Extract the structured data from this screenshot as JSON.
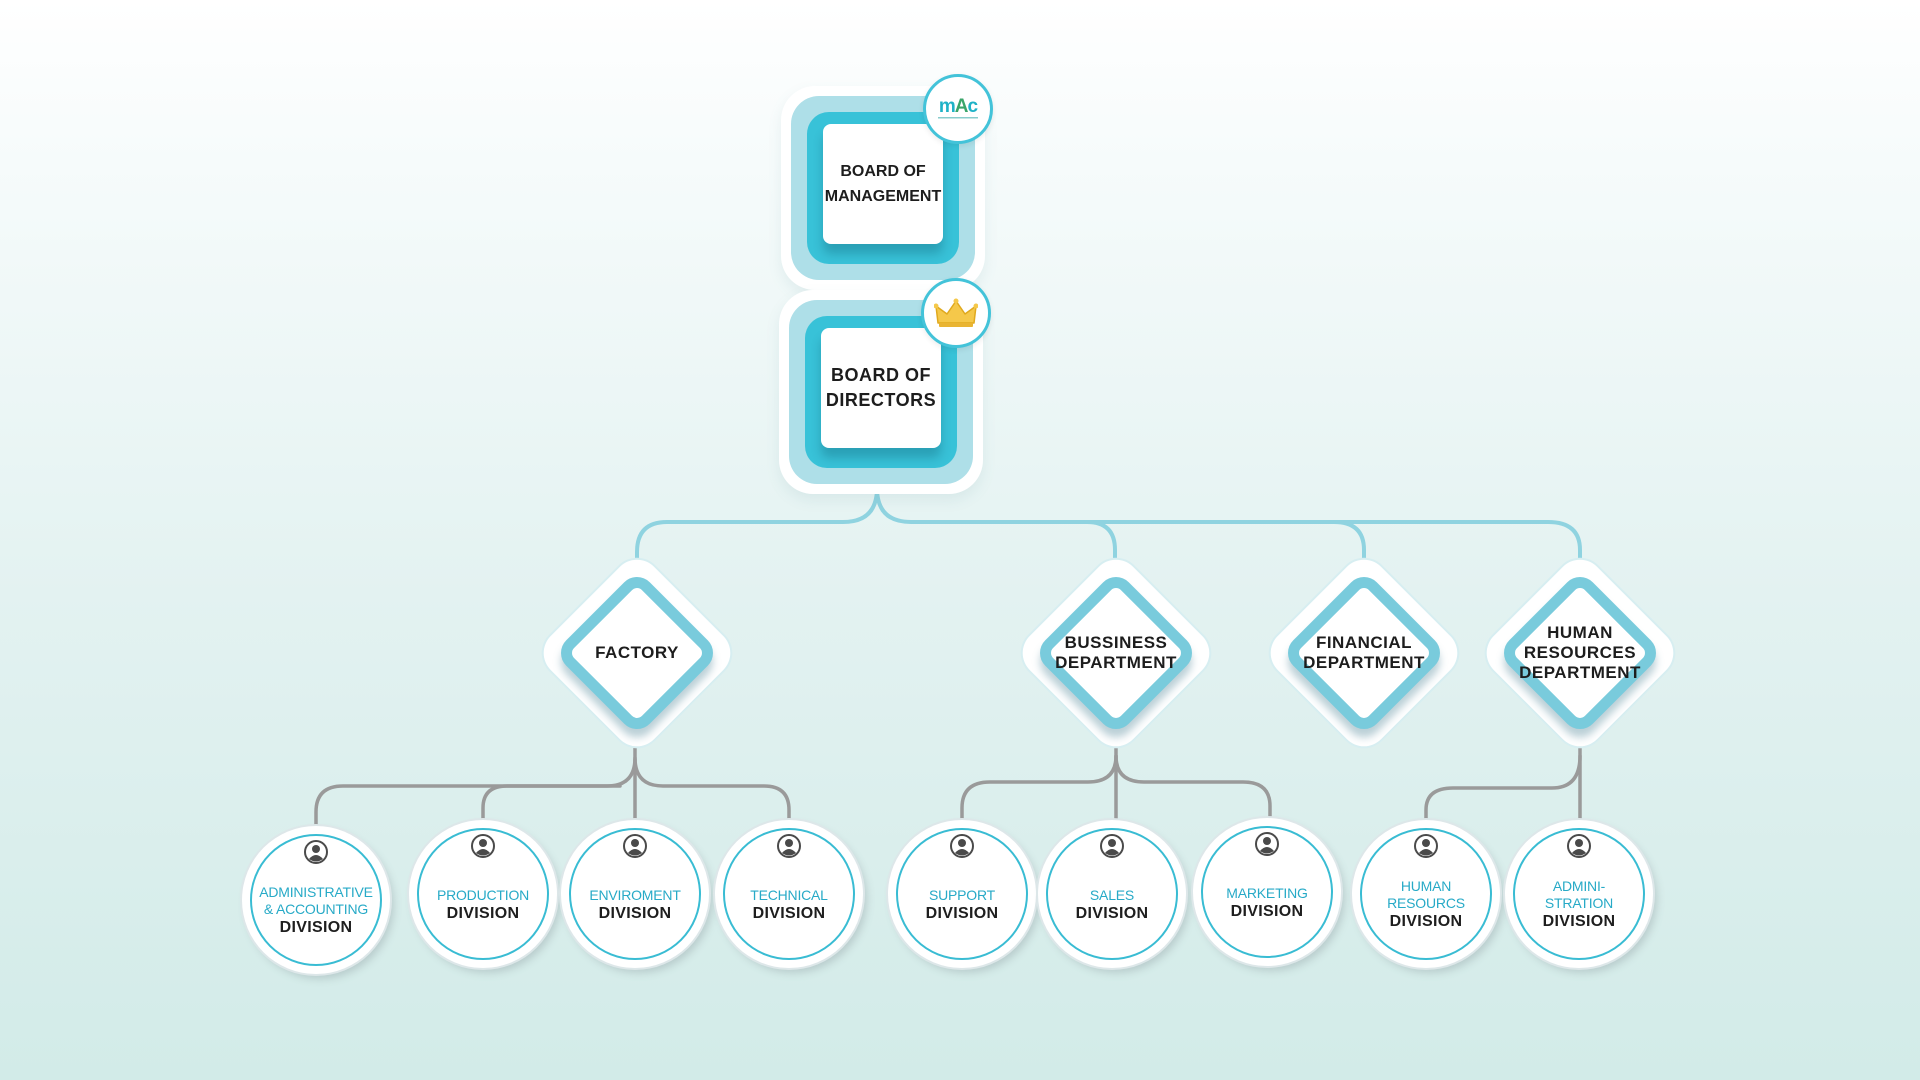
{
  "board_of_management": {
    "lines": [
      "BOARD OF",
      "MANAGEMENT"
    ],
    "badge": {
      "icon": "company-logo-icon",
      "logo_text_m": "m",
      "logo_text_a": "A",
      "logo_text_c": "c"
    }
  },
  "board_of_directors": {
    "lines": [
      "BOARD OF",
      "DIRECTORS"
    ],
    "badge": {
      "icon": "crown-icon"
    }
  },
  "departments": [
    {
      "id": "factory",
      "lines": [
        "FACTORY"
      ]
    },
    {
      "id": "business",
      "lines": [
        "BUSSINESS",
        "DEPARTMENT"
      ]
    },
    {
      "id": "financial",
      "lines": [
        "FINANCIAL",
        "DEPARTMENT"
      ]
    },
    {
      "id": "hr",
      "lines": [
        "HUMAN",
        "RESOURCES",
        "DEPARTMENT"
      ]
    }
  ],
  "divisions": [
    {
      "dept": "factory",
      "name_lines": [
        "ADMINISTRATIVE",
        "& ACCOUNTING"
      ],
      "label": "DIVISION"
    },
    {
      "dept": "factory",
      "name_lines": [
        "PRODUCTION"
      ],
      "label": "DIVISION"
    },
    {
      "dept": "factory",
      "name_lines": [
        "ENVIROMENT"
      ],
      "label": "DIVISION"
    },
    {
      "dept": "factory",
      "name_lines": [
        "TECHNICAL"
      ],
      "label": "DIVISION"
    },
    {
      "dept": "business",
      "name_lines": [
        "SUPPORT"
      ],
      "label": "DIVISION"
    },
    {
      "dept": "business",
      "name_lines": [
        "SALES"
      ],
      "label": "DIVISION"
    },
    {
      "dept": "business",
      "name_lines": [
        "MARKETING"
      ],
      "label": "DIVISION"
    },
    {
      "dept": "hr",
      "name_lines": [
        "HUMAN",
        "RESOURCS"
      ],
      "label": "DIVISION"
    },
    {
      "dept": "hr",
      "name_lines": [
        "ADMINI-",
        "STRATION"
      ],
      "label": "DIVISION"
    }
  ],
  "colors": {
    "accent": "#38c2d8",
    "halo": "#aedfe8",
    "diamond_ring": "#79cbdc",
    "connector_top": "#8fd3e0",
    "connector_bottom": "#9a9a9a",
    "division_text": "#27aac7",
    "dark_text": "#1d1d1d"
  },
  "icons": {
    "division": "user-avatar-icon"
  }
}
